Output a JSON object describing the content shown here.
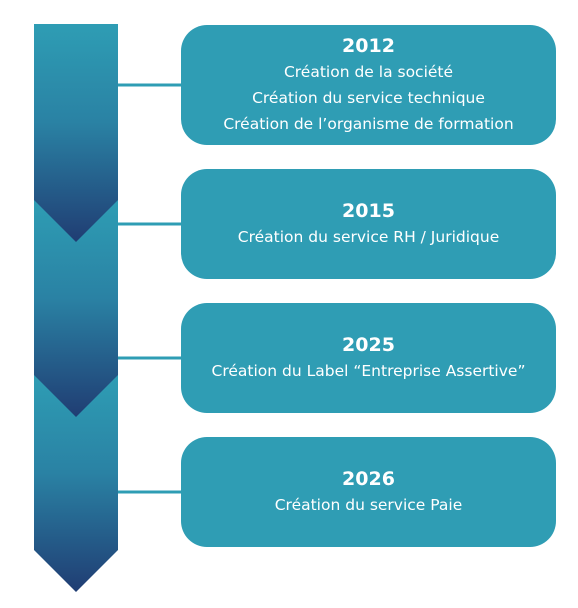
{
  "colors": {
    "box": "#2f9db4",
    "arrow_light": "#2e9db4",
    "arrow_dark": "#203d73",
    "connector": "#2f9db4",
    "text": "#ffffff"
  },
  "milestones": [
    {
      "year": "2012",
      "lines": [
        "Création de la société",
        "Création du service technique",
        "Création de l’organisme de formation"
      ]
    },
    {
      "year": "2015",
      "lines": [
        "Création du service RH / Juridique"
      ]
    },
    {
      "year": "2025",
      "lines": [
        "Création du Label “Entreprise Assertive”"
      ]
    },
    {
      "year": "2026",
      "lines": [
        "Création du service Paie"
      ]
    }
  ]
}
